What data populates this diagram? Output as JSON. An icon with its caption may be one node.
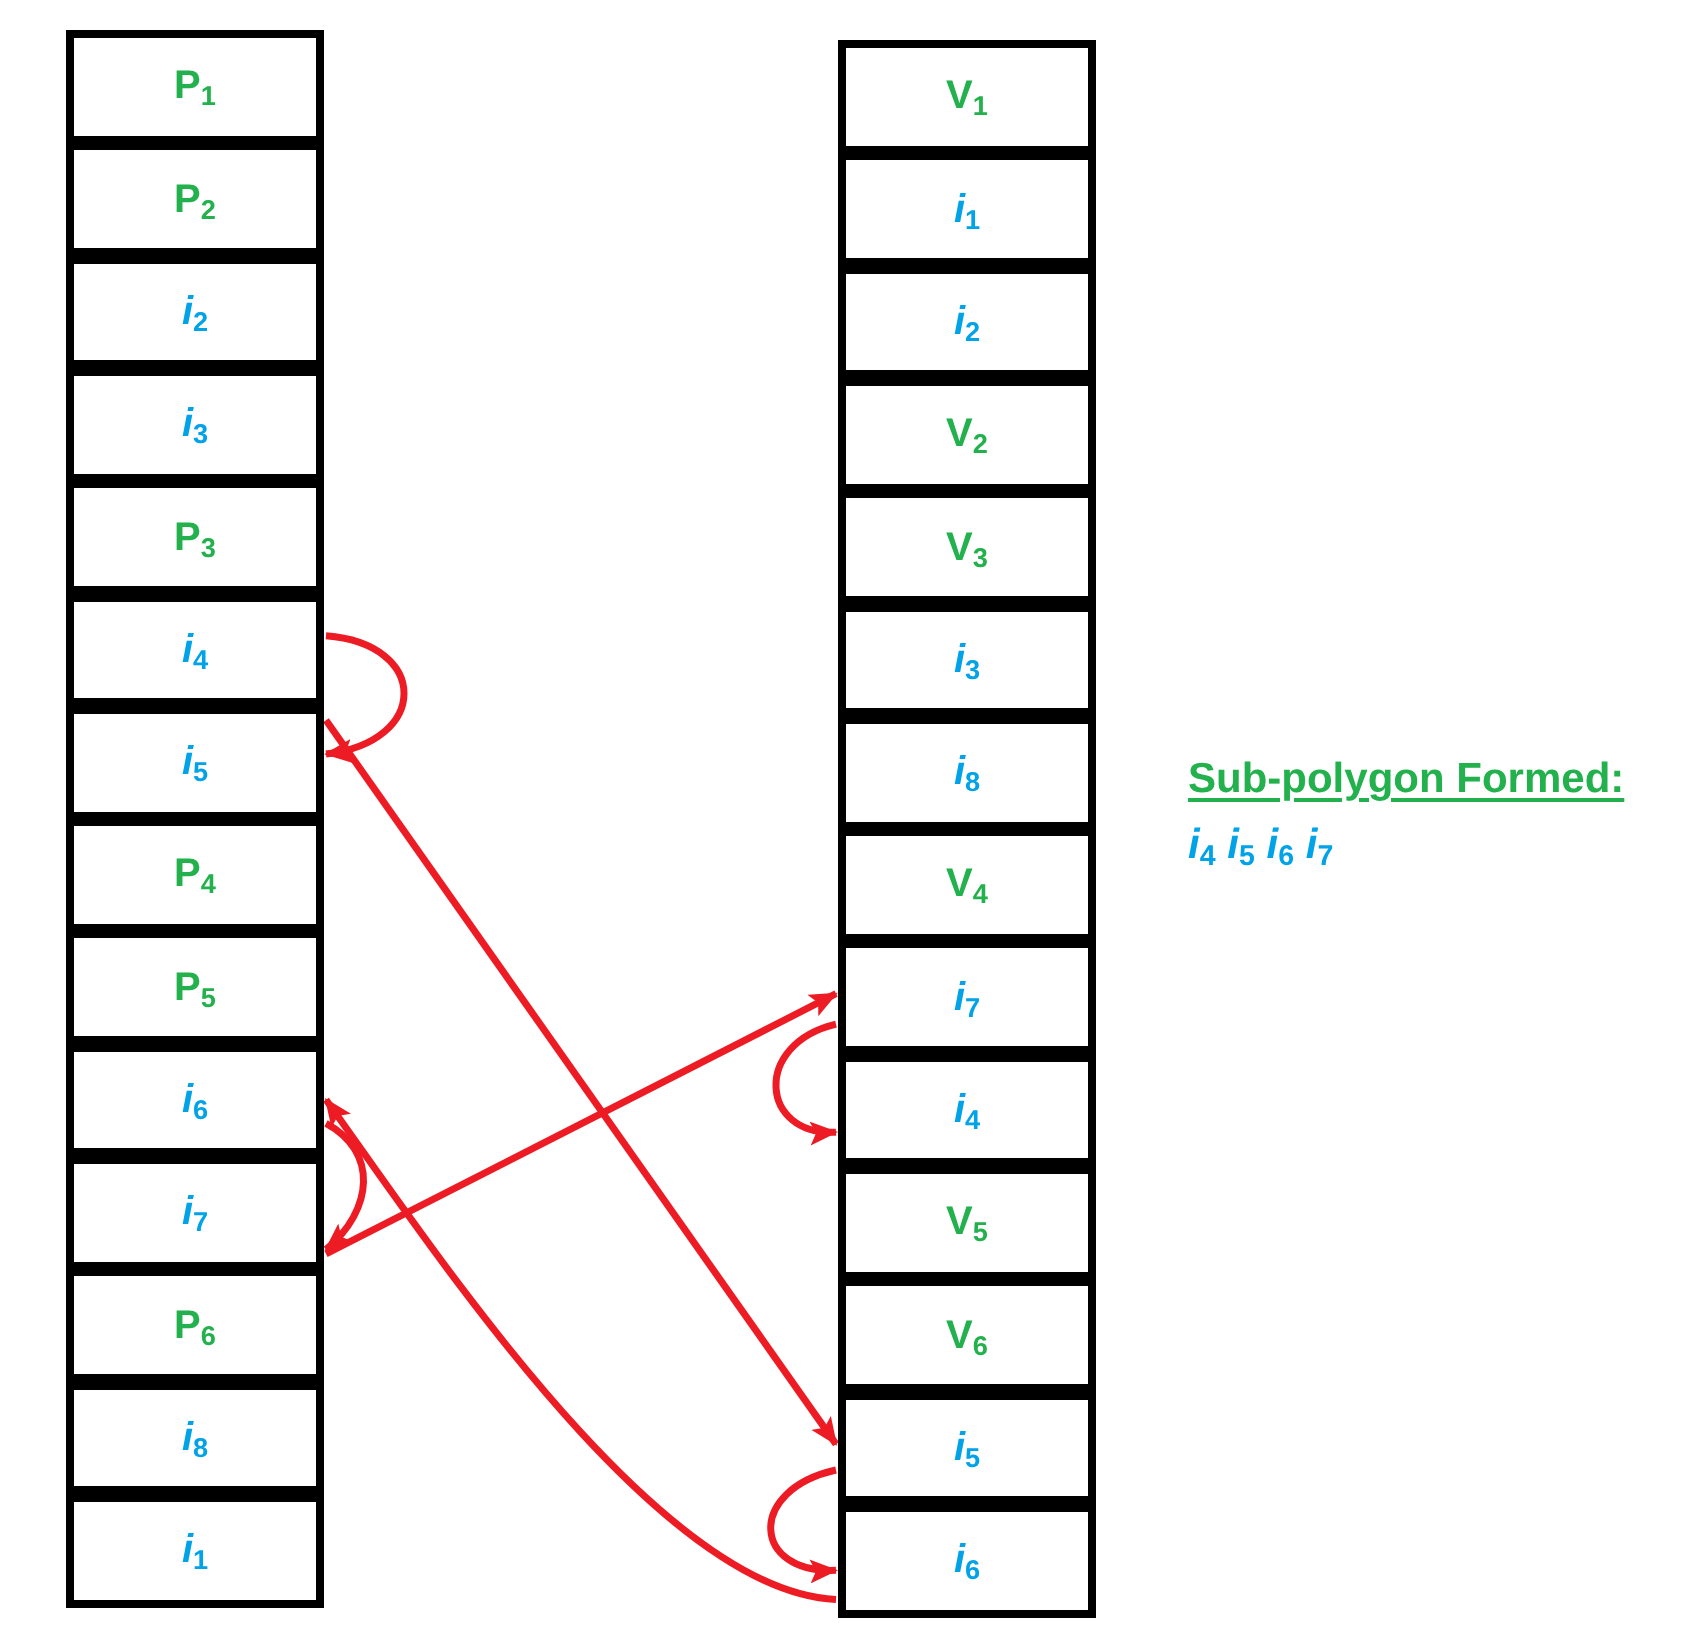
{
  "diagram": {
    "nodes": [
      {
        "text": [
          "P$_{1}$"
        ]
      },
      {
        "text": [
          "P$_{2}$"
        ]
      },
      {
        "text": [
          "*i*$_{2}$"
        ]
      },
      {
        "text": [
          "*i*$_{3}$"
        ]
      },
      {
        "text": [
          "P$_{3}$"
        ]
      },
      {
        "text": [
          "*i*$_{4}$"
        ]
      },
      {
        "text": [
          "*i*$_{5}$"
        ]
      },
      {
        "text": [
          "P$_{4}$"
        ]
      },
      {
        "text": [
          "P$_{5}$"
        ]
      },
      {
        "text": [
          "*i*$_{6}$"
        ]
      },
      {
        "text": [
          "*i*$_{7}$"
        ]
      },
      {
        "text": [
          "P$_{6}$"
        ]
      },
      {
        "text": [
          "*i*$_{8}$"
        ]
      },
      {
        "text": [
          "*i*$_{1}$"
        ]
      },
      {
        "text": [
          "V$_{1}$"
        ]
      },
      {
        "text": [
          "*i*$_{1}$"
        ]
      },
      {
        "text": [
          "*i*$_{2}$"
        ]
      },
      {
        "text": [
          "V$_{2}$"
        ]
      },
      {
        "text": [
          "V$_{3}$"
        ]
      },
      {
        "text": [
          "*i*$_{3}$"
        ]
      },
      {
        "text": [
          "*i*$_{8}$"
        ]
      },
      {
        "text": [
          "V$_{4}$"
        ]
      },
      {
        "text": [
          "*i*$_{7}$"
        ]
      },
      {
        "text": [
          "*i*$_{4}$"
        ]
      },
      {
        "text": [
          "V$_{5}$"
        ]
      },
      {
        "text": [
          "V$_{6}$"
        ]
      },
      {
        "text": [
          "*i*$_{5}$"
        ]
      },
      {
        "text": [
          "*i*$_{6}$"
        ]
      }
    ],
    "edges": [
      {
        "from": 5,
        "to": 6,
        "arrow": "to"
      },
      {
        "from": 6,
        "to": 26,
        "arrow": "to"
      },
      {
        "from": 26,
        "to": 27,
        "arrow": "to"
      },
      {
        "from": 27,
        "to": 9,
        "arrow": "to"
      },
      {
        "from": 9,
        "to": 10,
        "arrow": "to"
      },
      {
        "from": 10,
        "to": 22,
        "arrow": "to"
      },
      {
        "from": 22,
        "to": 23,
        "arrow": "to"
      }
    ],
    "labels": [
      "Sub-polygon Formed:",
      "*i*$_{4}$ *i*$_{5}$ *i*$_{6}$ *i*$_{7}$"
    ]
  }
}
